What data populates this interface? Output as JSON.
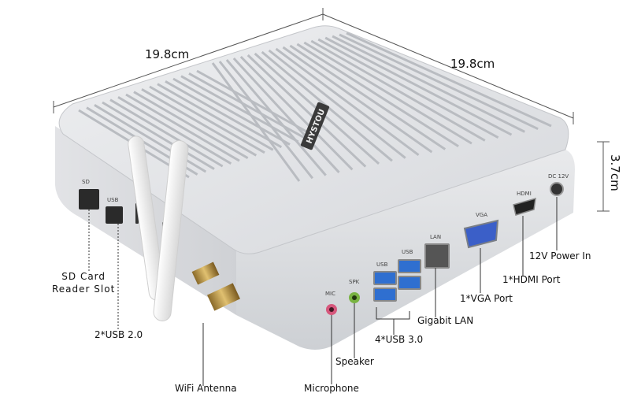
{
  "dimensions": {
    "width_left": "19.8cm",
    "width_right": "19.8cm",
    "height": "3.7cm"
  },
  "brand": "HYSTOU",
  "port_labels": {
    "sd_card": "SD Card\nReader Slot",
    "usb2": "2*USB 2.0",
    "wifi": "WiFi Antenna",
    "microphone": "Microphone",
    "speaker": "Speaker",
    "usb3": "4*USB 3.0",
    "lan": "Gigabit LAN",
    "vga": "1*VGA Port",
    "hdmi": "1*HDMI Port",
    "power": "12V Power In"
  },
  "panel_marks": {
    "sd": "SD",
    "usb_left": "USB",
    "mic": "MIC",
    "spk": "SPK",
    "usb_a": "USB",
    "usb_b": "USB",
    "lan": "LAN",
    "vga": "VGA",
    "hdmi": "HDMI",
    "dc": "DC 12V"
  },
  "colors": {
    "chassis": "#d9dbde",
    "fins": "#b9bcc1",
    "usb3": "#2f6fd0",
    "vga": "#3b5fc8",
    "mic": "#d6577c",
    "spk": "#79b342"
  }
}
